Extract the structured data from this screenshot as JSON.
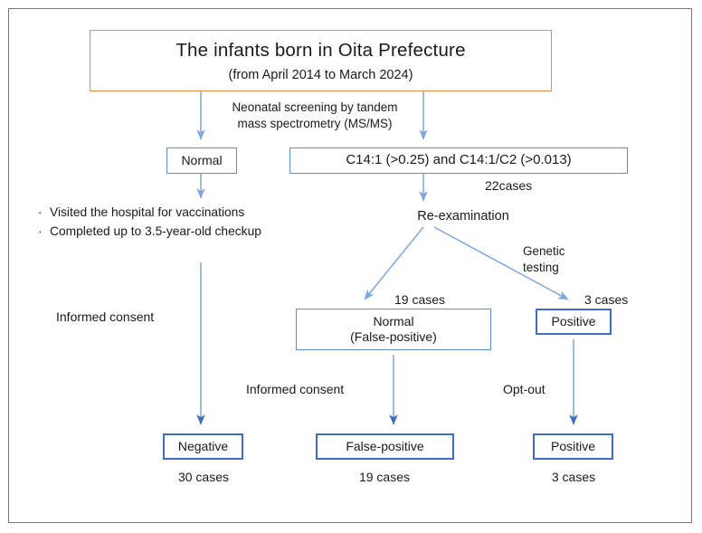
{
  "diagram": {
    "title_box": {
      "title": "The infants born in Oita Prefecture",
      "subtitle": "(from April 2014 to March 2024)",
      "border_color": "#ED8B45"
    },
    "colors": {
      "frame": "#6b7a90",
      "thin_box_border": "#5B8FD4",
      "thick_box_border": "#3C6FC4",
      "arrow_light": "#7FA6DE",
      "arrow_dark": "#3C6FC4",
      "text": "#1a1a1a"
    },
    "nodes": {
      "normal_screen": "Normal",
      "criteria": "C14:1 (>0.25) and  C14:1/C2 (>0.013)",
      "false_positive_mid_line1": "Normal",
      "false_positive_mid_line2": "(False-positive)",
      "positive_mid": "Positive",
      "negative_bottom": "Negative",
      "false_positive_bottom": "False-positive",
      "positive_bottom": "Positive"
    },
    "labels": {
      "screening": "Neonatal screening by tandem\nmass spectrometry (MS/MS)",
      "cases_22": "22cases",
      "reexamination": "Re-examination",
      "genetic_testing": "Genetic\ntesting",
      "cases_19_mid": "19 cases",
      "cases_3_mid": "3 cases",
      "informed_consent_left": "Informed consent",
      "informed_consent_mid": "Informed consent",
      "opt_out": "Opt-out",
      "cases_30_bottom": "30 cases",
      "cases_19_bottom": "19 cases",
      "cases_3_bottom": "3 cases"
    },
    "bullets": [
      "Visited the hospital for vaccinations",
      "Completed up to 3.5-year-old checkup"
    ],
    "bullet_marker": "·"
  }
}
